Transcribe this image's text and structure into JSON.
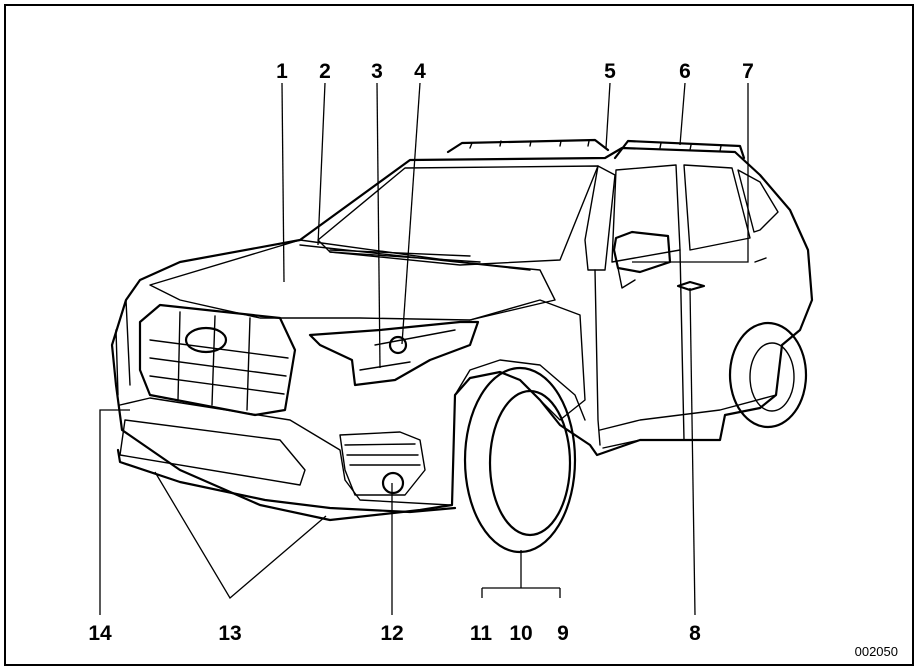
{
  "callouts": [
    {
      "id": "c1",
      "text": "1"
    },
    {
      "id": "c2",
      "text": "2"
    },
    {
      "id": "c3",
      "text": "3"
    },
    {
      "id": "c4",
      "text": "4"
    },
    {
      "id": "c5",
      "text": "5"
    },
    {
      "id": "c6",
      "text": "6"
    },
    {
      "id": "c7",
      "text": "7"
    },
    {
      "id": "c8",
      "text": "8"
    },
    {
      "id": "c9",
      "text": "9"
    },
    {
      "id": "c10",
      "text": "10"
    },
    {
      "id": "c11",
      "text": "11"
    },
    {
      "id": "c12",
      "text": "12"
    },
    {
      "id": "c13",
      "text": "13"
    },
    {
      "id": "c14",
      "text": "14"
    }
  ],
  "figure_code": "002050"
}
